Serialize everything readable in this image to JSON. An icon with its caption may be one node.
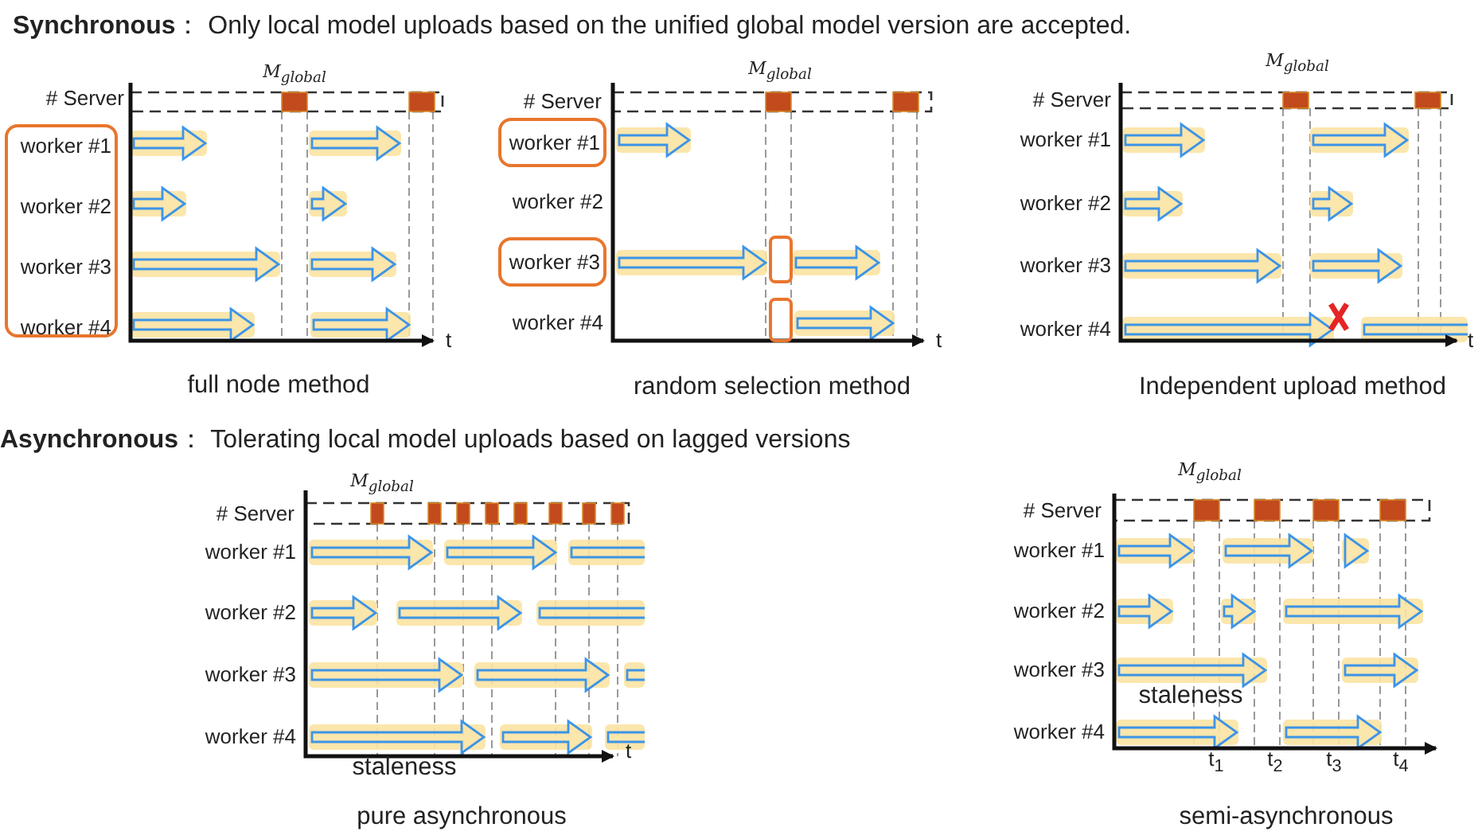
{
  "diagram": {
    "nodes": [
      {
        "text": [
          "worker #1",
          "worker #2",
          "worker #3",
          "worker #4"
        ]
      },
      {
        "text": [
          "worker #1"
        ]
      },
      {
        "text": [
          "worker #3"
        ]
      },
      {
        "text": [],
        "shape": "box"
      },
      {
        "text": [],
        "shape": "box"
      }
    ],
    "labels": [
      "**Synchronous**：  Only local model uploads based on the unified global model version are accepted.",
      "M$_{global}$",
      "# Server",
      "t",
      "full node method",
      "M$_{global}$",
      "# Server",
      "worker #2",
      "worker #4",
      "t",
      "random selection method",
      "M$_{global}$",
      "# Server",
      "worker #1",
      "worker #2",
      "worker #3",
      "worker #4",
      "t",
      "Independent upload method",
      "**Asynchronous**：  Tolerating local model uploads based on lagged versions",
      "M$_{global}$",
      "# Server",
      "worker #1",
      "worker #2",
      "worker #3",
      "worker #4",
      "t",
      "staleness",
      "pure asynchronous",
      "M$_{global}$",
      "# Server",
      "worker #1",
      "worker #2",
      "worker #3",
      "worker #4",
      "t$_{1}$",
      "t$_{2}$",
      "t$_{3}$",
      "t$_{4}$",
      "staleness",
      "semi-asynchronous"
    ]
  }
}
